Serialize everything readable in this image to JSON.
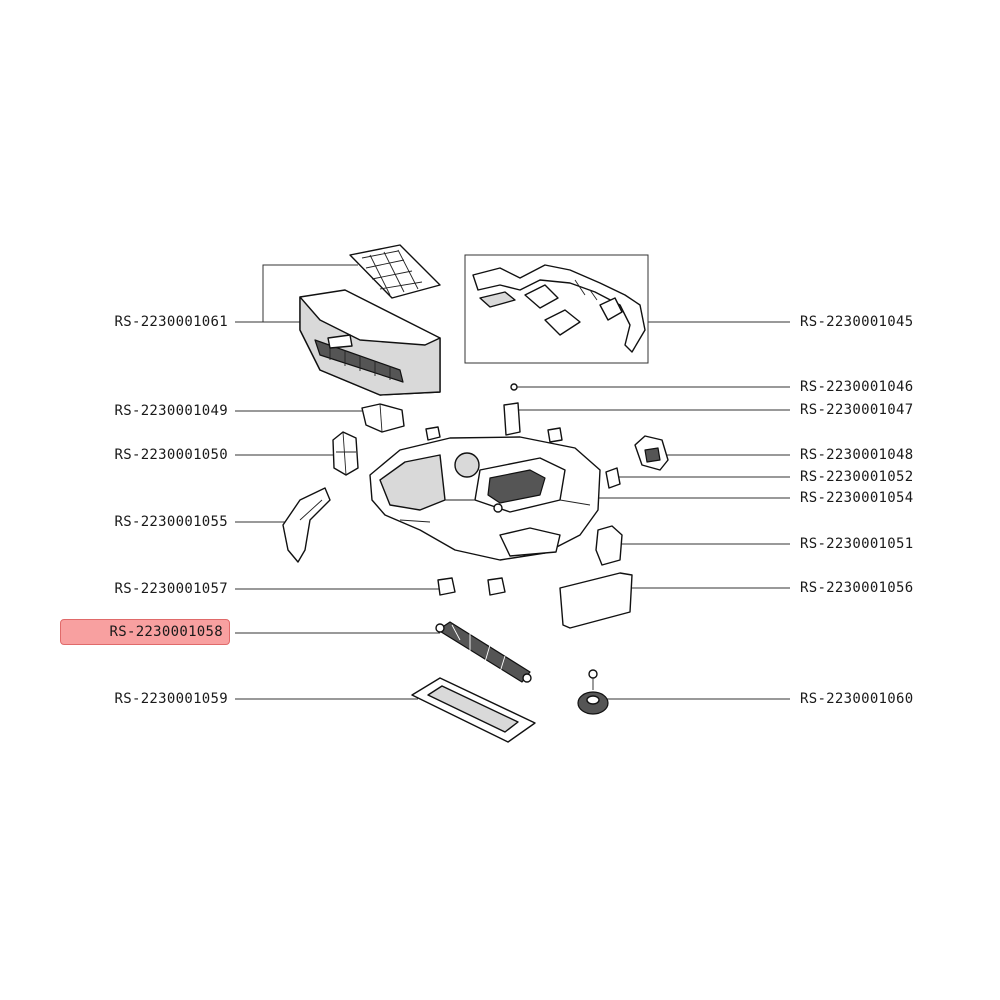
{
  "diagram": {
    "highlight_color": "#f8a0a0",
    "labels": {
      "p1061": "RS-2230001061",
      "p1045": "RS-2230001045",
      "p1046": "RS-2230001046",
      "p1049": "RS-2230001049",
      "p1047": "RS-2230001047",
      "p1050": "RS-2230001050",
      "p1048": "RS-2230001048",
      "p1052": "RS-2230001052",
      "p1054": "RS-2230001054",
      "p1055": "RS-2230001055",
      "p1051": "RS-2230001051",
      "p1057": "RS-2230001057",
      "p1056": "RS-2230001056",
      "p1058": "RS-2230001058",
      "p1059": "RS-2230001059",
      "p1060": "RS-2230001060"
    },
    "selected": "RS-2230001058"
  }
}
